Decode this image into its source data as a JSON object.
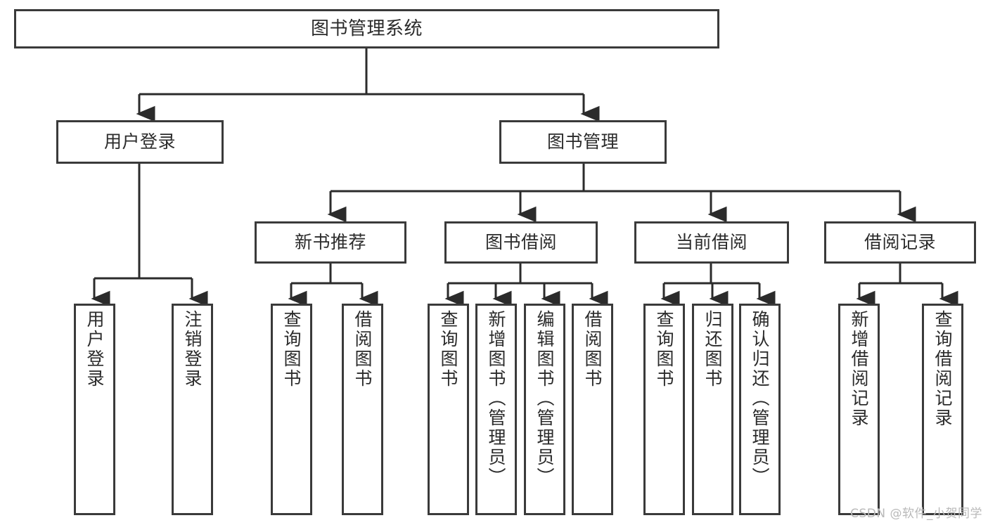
{
  "diagram": {
    "title": "图书管理系统",
    "watermark": "CSDN @软件_小贺同学",
    "colors": {
      "border": "#3a3a3a",
      "background": "#ffffff",
      "text": "#2b2b2b",
      "connector": "#2b2b2b",
      "watermark": "#b9b9b9"
    },
    "root": {
      "label": "图书管理系统"
    },
    "level2": [
      {
        "label": "用户登录"
      },
      {
        "label": "图书管理"
      }
    ],
    "level3": [
      {
        "label": "新书推荐"
      },
      {
        "label": "图书借阅"
      },
      {
        "label": "当前借阅"
      },
      {
        "label": "借阅记录"
      }
    ],
    "leaves": {
      "user_login": [
        {
          "label": "用户登录"
        },
        {
          "label": "注销登录"
        }
      ],
      "new_books": [
        {
          "label": "查询图书"
        },
        {
          "label": "借阅图书"
        }
      ],
      "book_borrow": [
        {
          "label": "查询图书"
        },
        {
          "label": "新增图书（管理员）"
        },
        {
          "label": "编辑图书（管理员）"
        },
        {
          "label": "借阅图书"
        }
      ],
      "current_borrow": [
        {
          "label": "查询图书"
        },
        {
          "label": "归还图书"
        },
        {
          "label": "确认归还（管理员）"
        }
      ],
      "borrow_records": [
        {
          "label": "新增借阅记录"
        },
        {
          "label": "查询借阅记录"
        }
      ]
    }
  }
}
